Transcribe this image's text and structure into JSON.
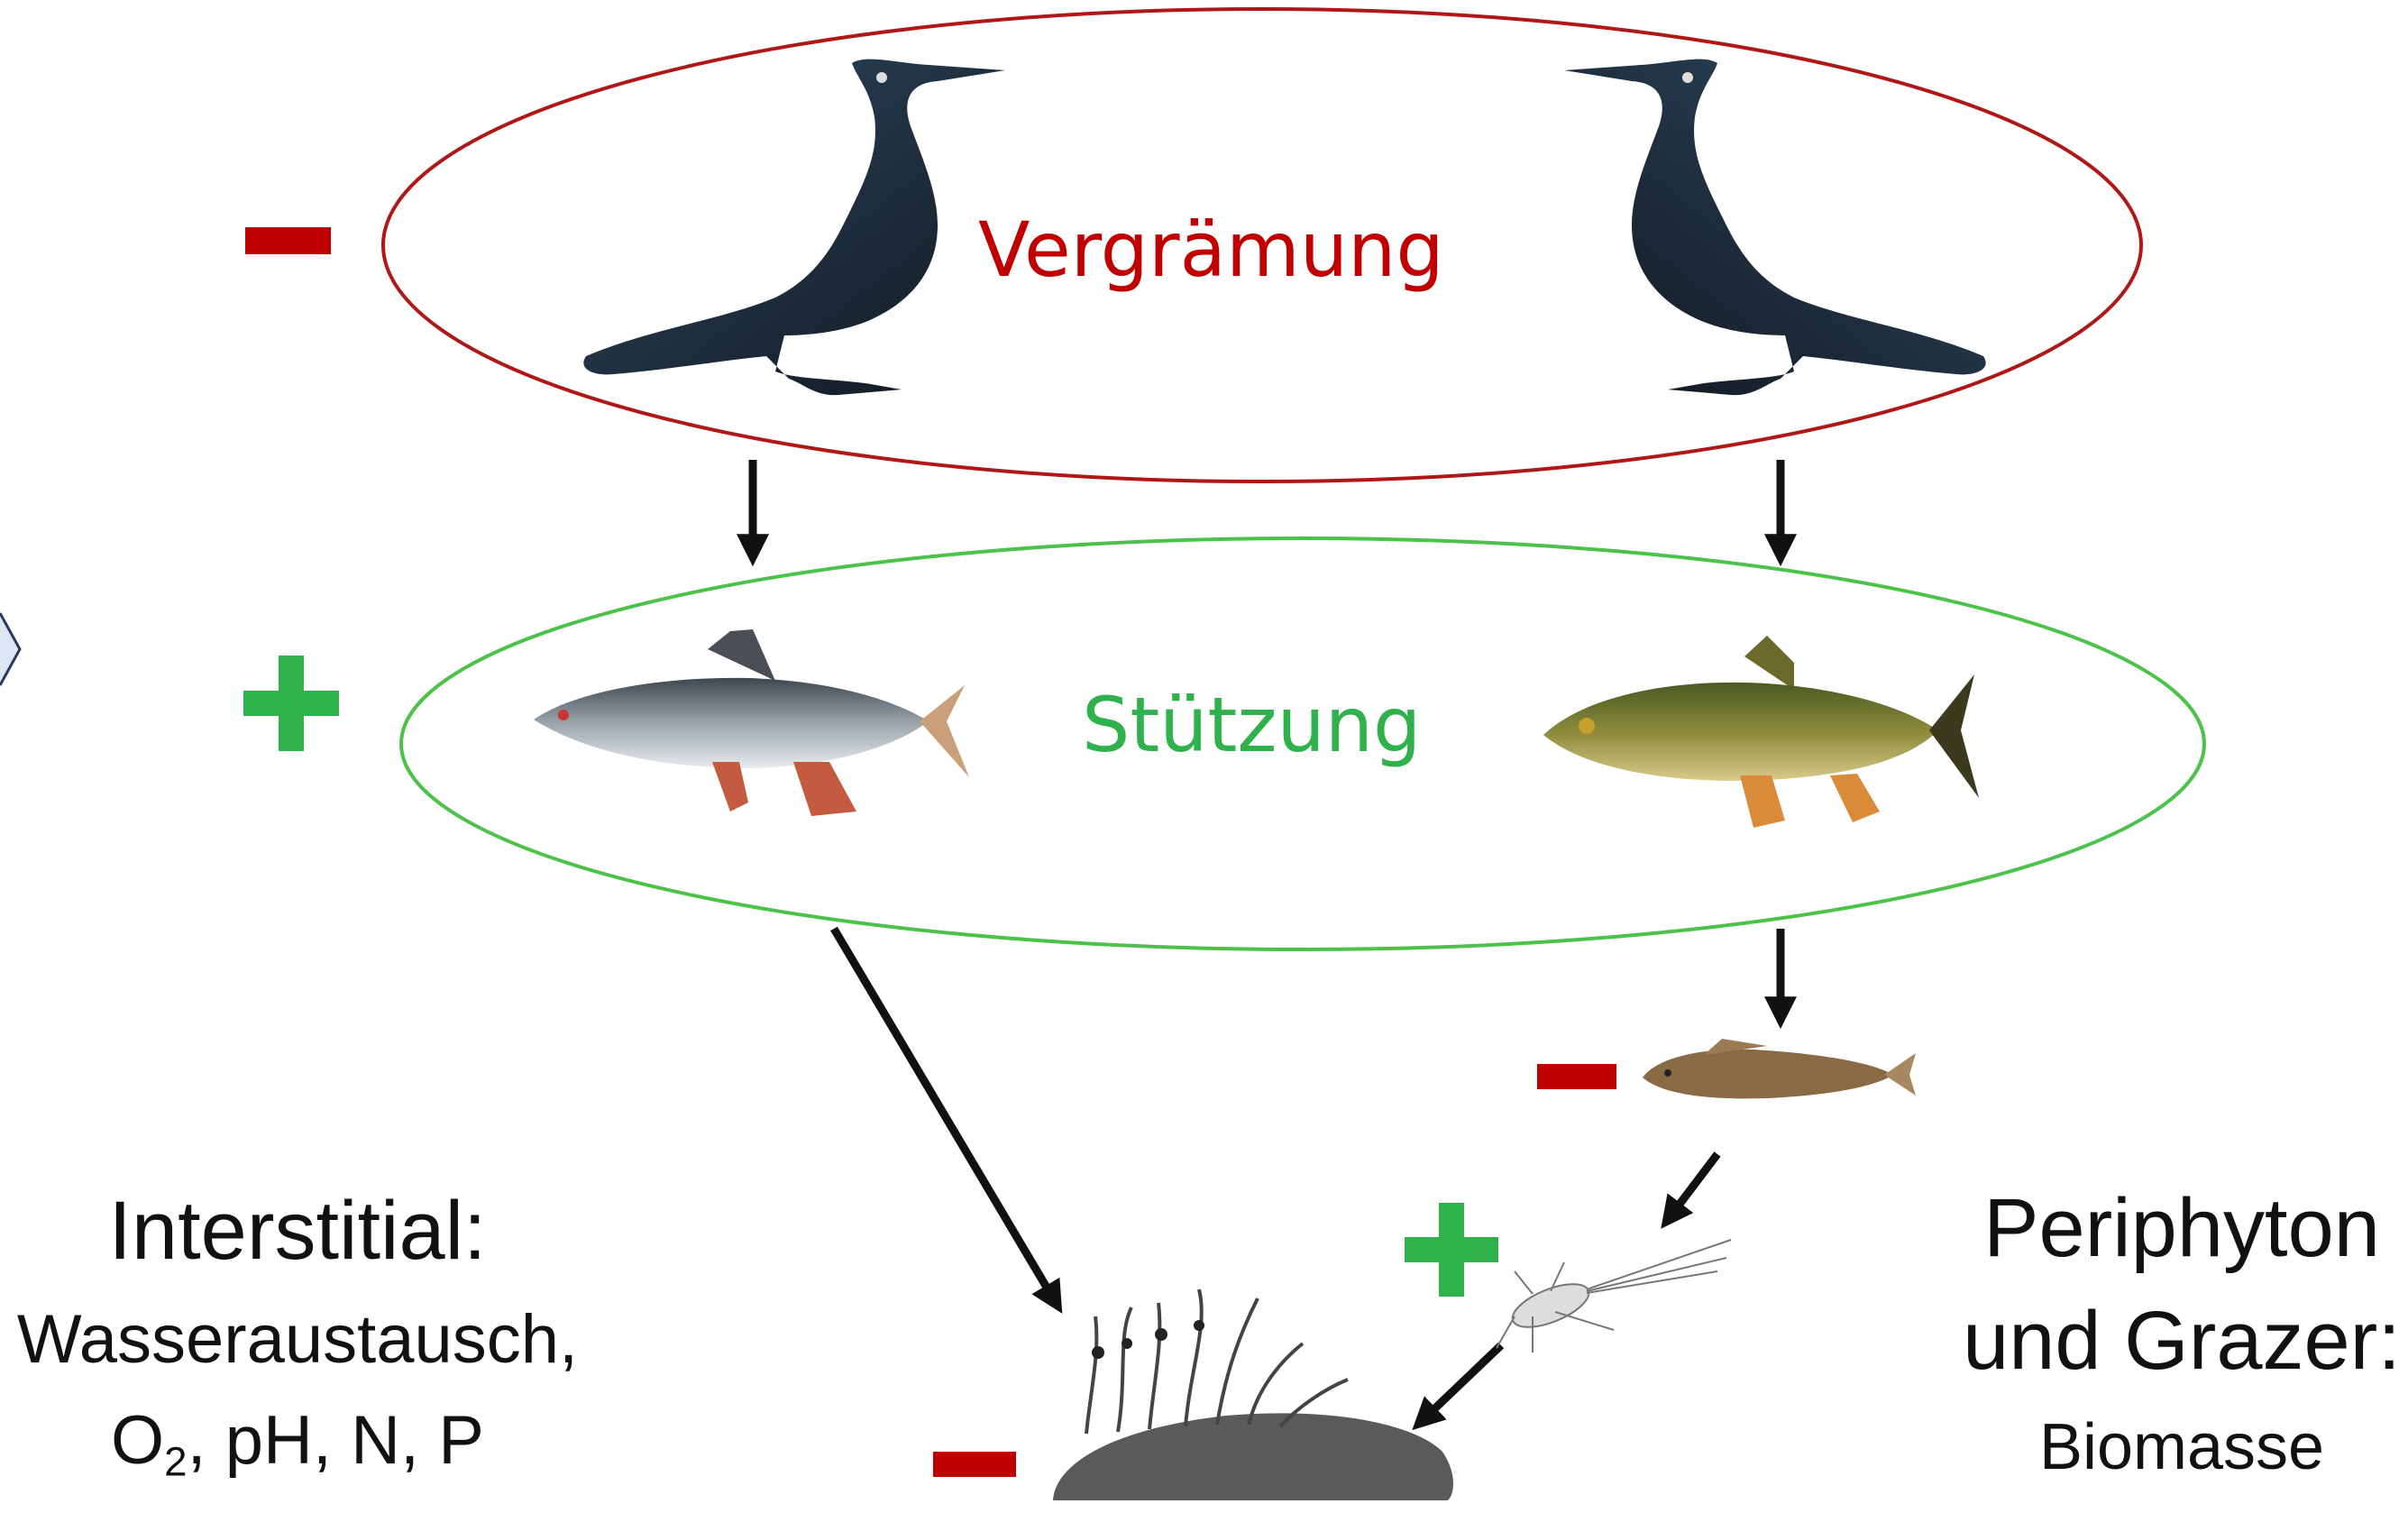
{
  "colors": {
    "red": "#c00000",
    "green": "#2fb24c",
    "arrow": "#111111"
  },
  "icons": {
    "bird_left": "cormorant-icon",
    "bird_right": "cormorant-icon",
    "fish_left": "roach-fish-icon",
    "fish_right": "chub-fish-icon",
    "small_fish": "bullhead-fish-icon",
    "insect": "mayfly-larva-icon",
    "substrate": "periphyton-stone-icon"
  },
  "top_group": {
    "sign": "−",
    "label": "Vergrämung"
  },
  "middle_group": {
    "sign": "+",
    "label": "Stützung"
  },
  "small_fish_sign": "−",
  "insect_sign": "+",
  "substrate_sign": "−",
  "left_text": {
    "title": "Interstitial:",
    "line1": "Wasseraustausch,",
    "line2_prefix": "O",
    "line2_sub": "2",
    "line2_rest": ", pH, N, P"
  },
  "right_text": {
    "title1": "Periphyton",
    "title2": "und Grazer:",
    "line1": "Biomasse"
  }
}
